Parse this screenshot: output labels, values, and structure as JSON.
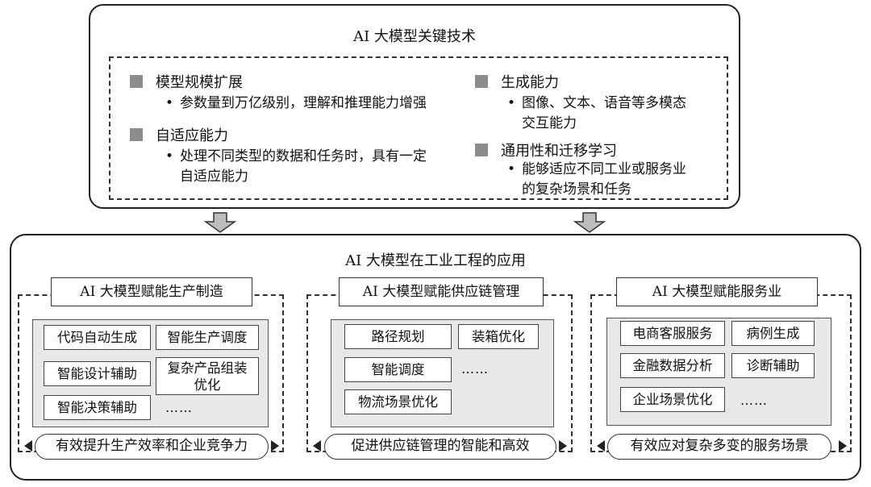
{
  "top": {
    "title": "AI 大模型关键技术",
    "left_items": [
      {
        "heading": "模型规模扩展",
        "bullet": "参数量到万亿级别，理解和推理能力增强"
      },
      {
        "heading": "自适应能力",
        "bullet": "处理不同类型的数据和任务时，具有一定自适应能力",
        "bullet_lines": [
          "处理不同类型的数据和任务时，具有一定",
          "自适应能力"
        ]
      }
    ],
    "right_items": [
      {
        "heading": "生成能力",
        "bullet_lines": [
          "图像、文本、语音等多模态",
          "交互能力"
        ]
      },
      {
        "heading": "通用性和迁移学习",
        "bullet_lines": [
          "能够适应不同工业或服务业",
          "的复杂场景和任务"
        ]
      }
    ]
  },
  "bottom": {
    "title": "AI 大模型在工业工程的应用",
    "sections": [
      {
        "title": "AI 大模型赋能生产制造",
        "items": [
          "代码自动生成",
          "智能生产调度",
          "智能设计辅助",
          "复杂产品组装",
          "优化",
          "智能决策辅助",
          "……"
        ],
        "outcome": "有效提升生产效率和企业竞争力"
      },
      {
        "title": "AI 大模型赋能供应链管理",
        "items": [
          "路径规划",
          "装箱优化",
          "智能调度",
          "……",
          "物流场景优化"
        ],
        "outcome": "促进供应链管理的智能和高效"
      },
      {
        "title": "AI 大模型赋能服务业",
        "items": [
          "电商客服服务",
          "病例生成",
          "金融数据分析",
          "诊断辅助",
          "企业场景优化",
          "……"
        ],
        "outcome": "有效应对复杂多变的服务场景"
      }
    ]
  },
  "colors": {
    "square": "#8c8c8c",
    "gray_box": "#e8e8e8",
    "border": "#222222"
  }
}
